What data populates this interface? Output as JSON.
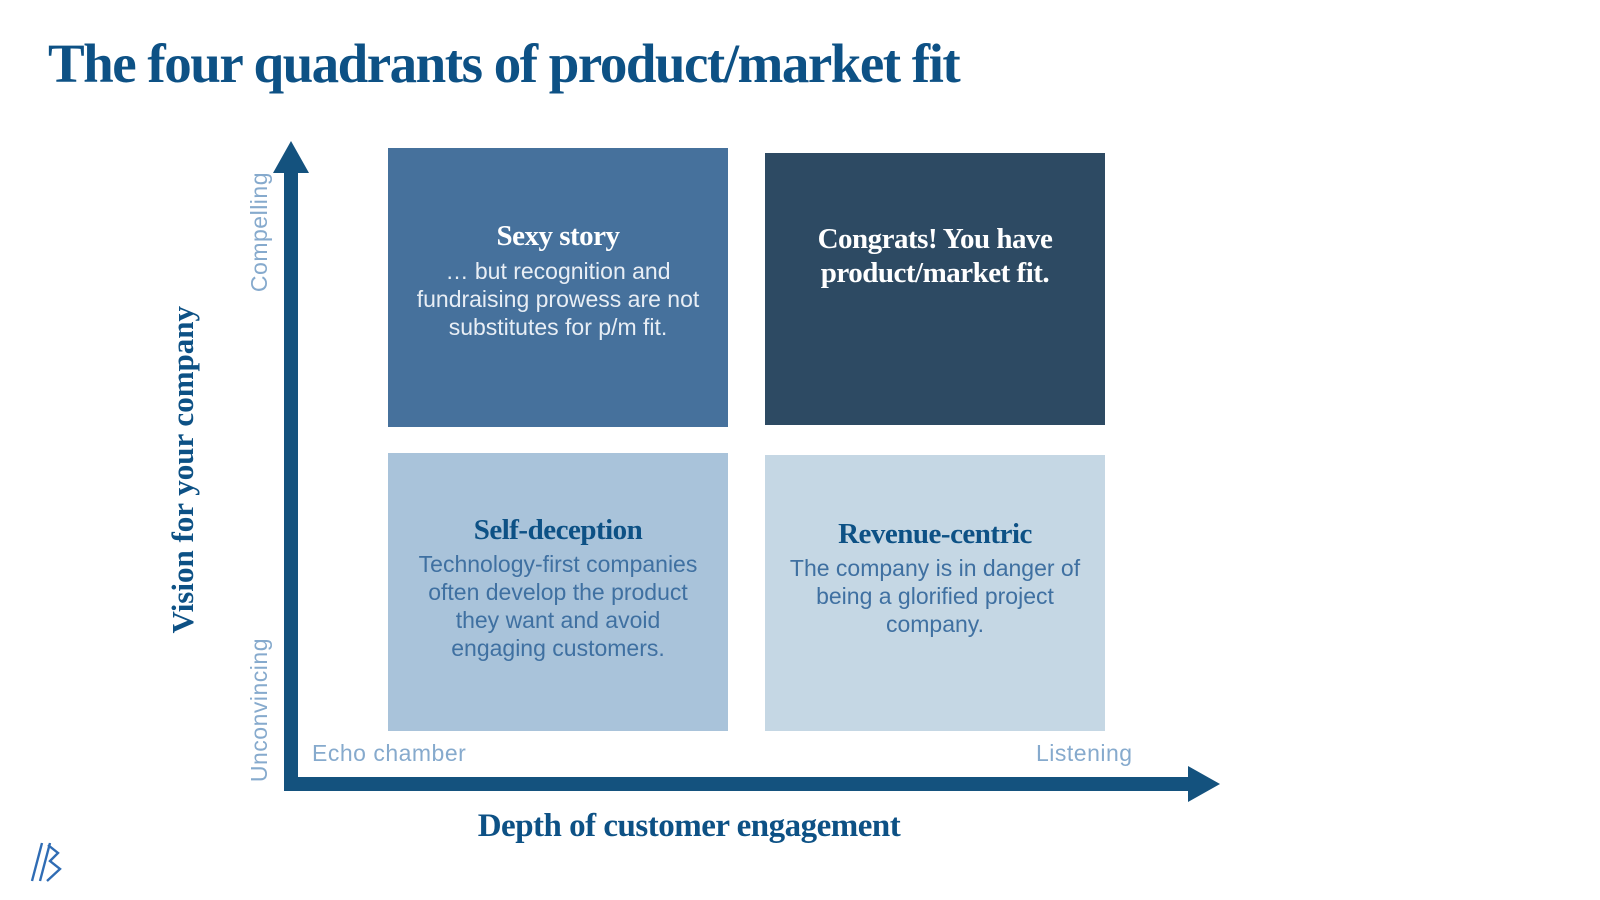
{
  "slide": {
    "title": "The four quadrants of product/market fit"
  },
  "x_axis": {
    "title": "Depth of customer engagement",
    "min_label": "Echo chamber",
    "max_label": "Listening"
  },
  "y_axis": {
    "title": "Vision for your company",
    "max_label": "Compelling",
    "min_label": "Unconvincing"
  },
  "quadrants": {
    "top_left": {
      "heading": "Sexy story",
      "body": "… but recognition and fundraising prowess are not substitutes for p/m fit.",
      "bg_color": "#46719c",
      "heading_color": "#ffffff",
      "body_color": "#e8eef5"
    },
    "top_right": {
      "heading": "Congrats! You have product/market fit.",
      "bg_color": "#2d4a63",
      "heading_color": "#ffffff"
    },
    "bottom_left": {
      "heading": "Self-deception",
      "body": "Technology-first companies often develop the product they want and avoid engaging customers.",
      "bg_color": "#a9c3da",
      "heading_color": "#0d5185",
      "body_color": "#3f70a1"
    },
    "bottom_right": {
      "heading": "Revenue-centric",
      "body": "The company is in danger of being a glorified project company.",
      "bg_color": "#c5d7e4",
      "heading_color": "#0d5185",
      "body_color": "#3f70a1"
    }
  },
  "colors": {
    "title_text": "#0d5185",
    "axis": "#14527e",
    "tick_label": "#86aacd",
    "logo": "#2f6cb4"
  },
  "logo": {
    "icon": "double-slash-b-logo"
  }
}
